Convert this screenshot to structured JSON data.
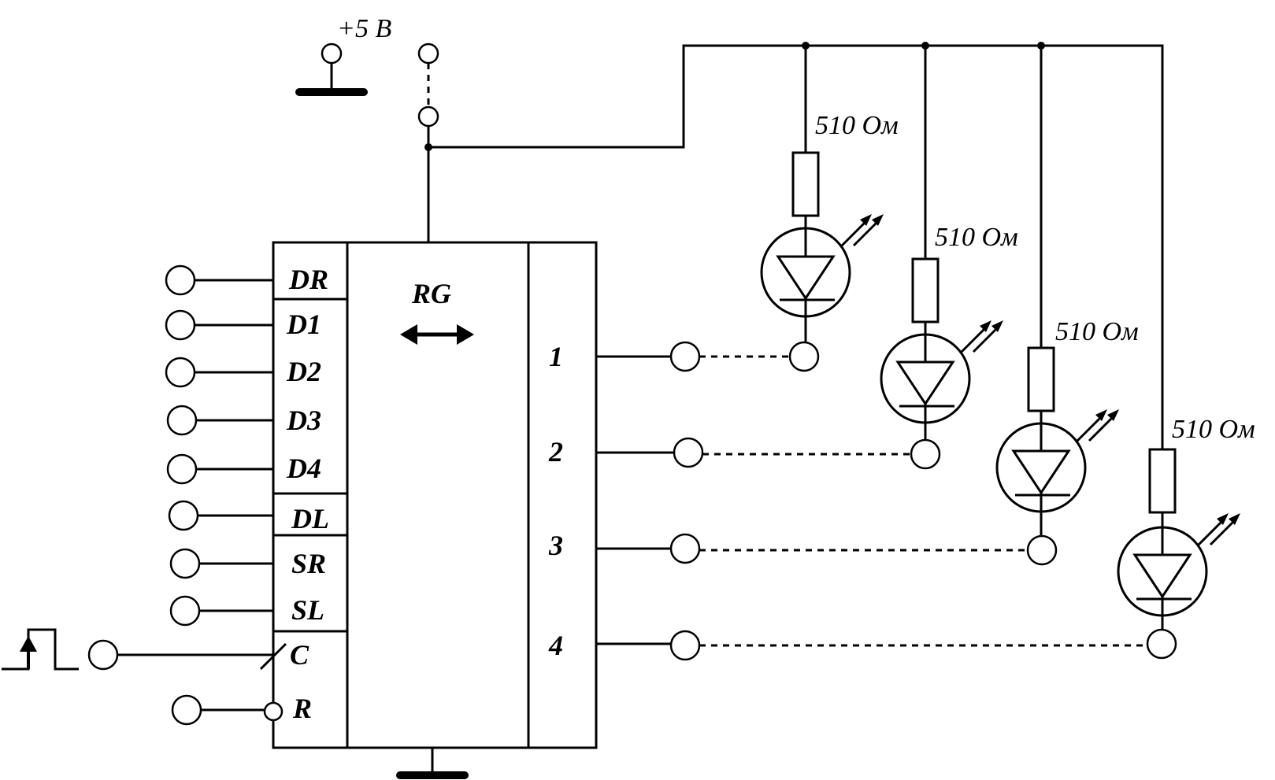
{
  "power_label": "+5 В",
  "chip": {
    "title": "RG",
    "inputs": [
      "DR",
      "D1",
      "D2",
      "D3",
      "D4",
      "DL",
      "SR",
      "SL",
      "C",
      "R"
    ],
    "outputs": [
      "1",
      "2",
      "3",
      "4"
    ]
  },
  "resistors": [
    {
      "label": "510 Ом"
    },
    {
      "label": "510 Ом"
    },
    {
      "label": "510 Ом"
    },
    {
      "label": "510 Ом"
    }
  ]
}
